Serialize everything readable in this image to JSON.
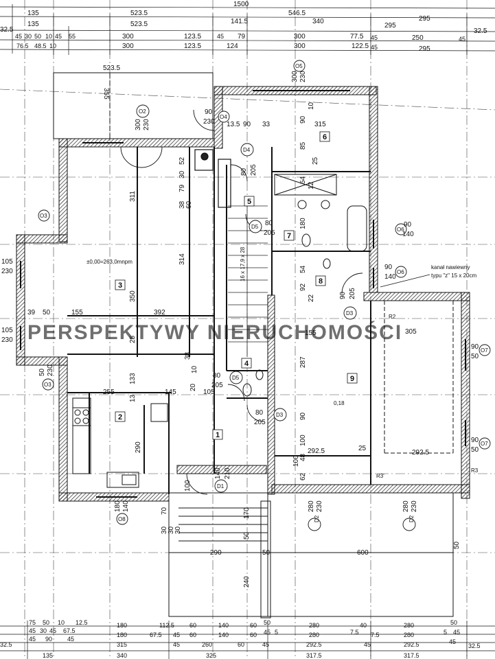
{
  "dims_top": {
    "r0": [
      "1500"
    ],
    "r1": [
      "135",
      "523.5",
      "546.5",
      "295",
      "32.5",
      "32.5"
    ],
    "r2": [
      "135",
      "523.5",
      "141.5",
      "340",
      "295"
    ],
    "r3": [
      "45",
      "30",
      "50",
      "10",
      "45",
      "55",
      "300",
      "123.5",
      "45",
      "79",
      "300",
      "77.5",
      "45",
      "250",
      "45"
    ],
    "r4": [
      "76.5",
      "48.5",
      "10",
      "300",
      "123.5",
      "124",
      "300",
      "122.5",
      "45",
      "295"
    ]
  },
  "dims_bottom": {
    "r1": [
      "75",
      "50",
      "10",
      "12.5",
      "180",
      "112.5",
      "60",
      "140",
      "60",
      "50",
      "280",
      "40",
      "280",
      "50"
    ],
    "r2": [
      "45",
      "30",
      "45",
      "67.5",
      "180",
      "67.5",
      "45",
      "60",
      "140",
      "60",
      "45",
      "5",
      "280",
      "7.5",
      "7.5",
      "280",
      "5",
      "45"
    ],
    "r3": [
      "32.5",
      "45",
      "90",
      "45",
      "315",
      "45",
      "260",
      "60",
      "45",
      "292.5",
      "45",
      "292.5",
      "45",
      "32.5"
    ],
    "r4": [
      "135",
      "340",
      "325",
      "317.5",
      "317.5"
    ]
  },
  "rooms": [
    {
      "num": "1"
    },
    {
      "num": "2"
    },
    {
      "num": "3"
    },
    {
      "num": "4"
    },
    {
      "num": "5"
    },
    {
      "num": "6"
    },
    {
      "num": "7"
    },
    {
      "num": "8"
    },
    {
      "num": "9"
    }
  ],
  "doors": {
    "D1": "D1",
    "D2a": "D2",
    "D2b": "D2",
    "D3a": "D3",
    "D3b": "D3",
    "D4": "D4",
    "D5a": "D5",
    "D5b": "D5"
  },
  "windows": {
    "O2": "O2",
    "O3a": "O3",
    "O3b": "O3",
    "O4": "O4",
    "O5": "O5",
    "O6a": "O6",
    "O6b": "O6",
    "O7a": "O7",
    "O7b": "O7",
    "O8": "O8"
  },
  "inner_dims": {
    "d523_top": "523.5",
    "d355": "355",
    "d300_o5": "300",
    "d230_o5": "230",
    "d300_o2": "300",
    "d230_o2": "230",
    "d90_o4": "90",
    "d230_o4": "230",
    "d135_o4": "13.5",
    "d90_a": "90",
    "d33": "33",
    "d315": "315",
    "d10": "10",
    "d90_b": "90",
    "d85": "85",
    "d25_a": "25",
    "d80_d4": "80",
    "d205_d4": "205",
    "d54_a": "54",
    "d12": "12",
    "d311": "311",
    "d52": "52",
    "d30": "30",
    "d79": "79",
    "d38_a": "38",
    "d60": "60",
    "d314": "314",
    "d80_d5": "80",
    "d205_d5": "205",
    "d180": "180",
    "d190_a": "90",
    "d140_o6": "140",
    "d54_b": "54",
    "d92": "92",
    "d22": "22",
    "d90_c": "90",
    "d205_d3": "205",
    "d90_o6b": "90",
    "d140_o6b": "140",
    "d105_a": "105",
    "d230_a": "230",
    "d39": "39",
    "d50_a": "50",
    "d155_a": "155",
    "d392": "392",
    "d350": "350",
    "d25_b": "25",
    "d105_b": "105",
    "d230_b": "230",
    "d155_b": "155",
    "d305": "305",
    "d287": "287",
    "d38_b": "38",
    "d10_b": "10",
    "d90_o7a": "90",
    "d50_o7a": "50",
    "d50_o3b": "50",
    "d230_o3b": "230",
    "d80_d5b": "80",
    "d205_d5b": "205",
    "d255": "255",
    "d145": "145",
    "d20": "20",
    "d105_c": "105",
    "d133": "133",
    "d13": "13",
    "d290_a": "290",
    "d80_d3b": "80",
    "d205_d3b": "205",
    "d90_d": "90",
    "d100_a": "100",
    "d292_a": "292.5",
    "d292_b": "292.5",
    "d25_c": "25",
    "d90_o7b": "90",
    "d50_o7b": "50",
    "d62": "62",
    "d48": "48",
    "d100_b": "100",
    "d140_d1": "140",
    "d210": "210",
    "d100_c": "100",
    "d170": "170",
    "d180_o8": "180",
    "d140_o8": "140",
    "d70": "70",
    "d30_b": "30",
    "d30_c": "30",
    "d30_d": "30",
    "d280_d2a": "280",
    "d230_d2a": "230",
    "d280_d2b": "280",
    "d230_d2b": "230",
    "d50_b": "50",
    "d290_b": "290",
    "d600": "600",
    "d50_c": "50",
    "d240": "240",
    "d50_d": "50",
    "d018": "0,18",
    "d263": "±0,00=263,0mnpm",
    "d16x": "16 x 17,9 x 28"
  },
  "labels": {
    "R2": "R2",
    "R3": "R3",
    "R3p": "R3'",
    "channel1": "kanał nawiewny",
    "channel2": "typu \"z\" 15 x 20cm"
  },
  "watermark": "PERSPEKTYWY NIERUCHOMOŚCI"
}
